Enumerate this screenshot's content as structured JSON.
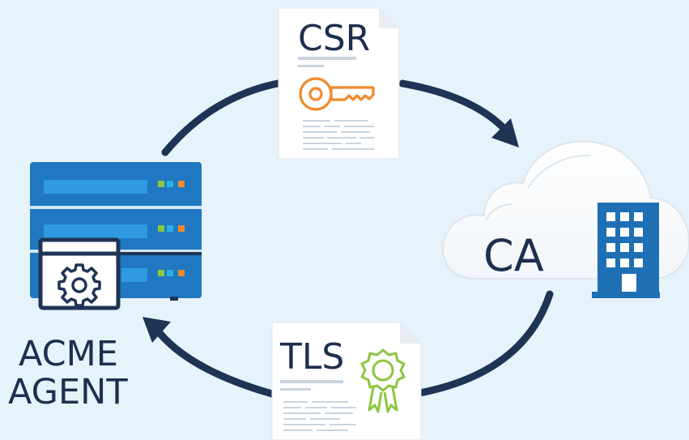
{
  "labels": {
    "csr": "CSR",
    "ca": "CA",
    "tls": "TLS",
    "agent_line1": "ACME",
    "agent_line2": "AGENT"
  },
  "icons": {
    "csr_document": "key-icon",
    "tls_document": "certificate-badge-icon",
    "ca_cloud": "cloud-icon",
    "ca_building": "building-icon",
    "agent_server": "server-rack-icon",
    "agent_gear": "gear-icon"
  },
  "colors": {
    "background": "#e6f3fb",
    "arrow": "#1f3355",
    "text": "#1e2f4f",
    "server_blue": "#1f78c1",
    "server_slot": "#2f9ae0",
    "key_orange": "#f08a2c",
    "badge_green": "#8cc63f",
    "building_blue": "#1f6fb5"
  }
}
